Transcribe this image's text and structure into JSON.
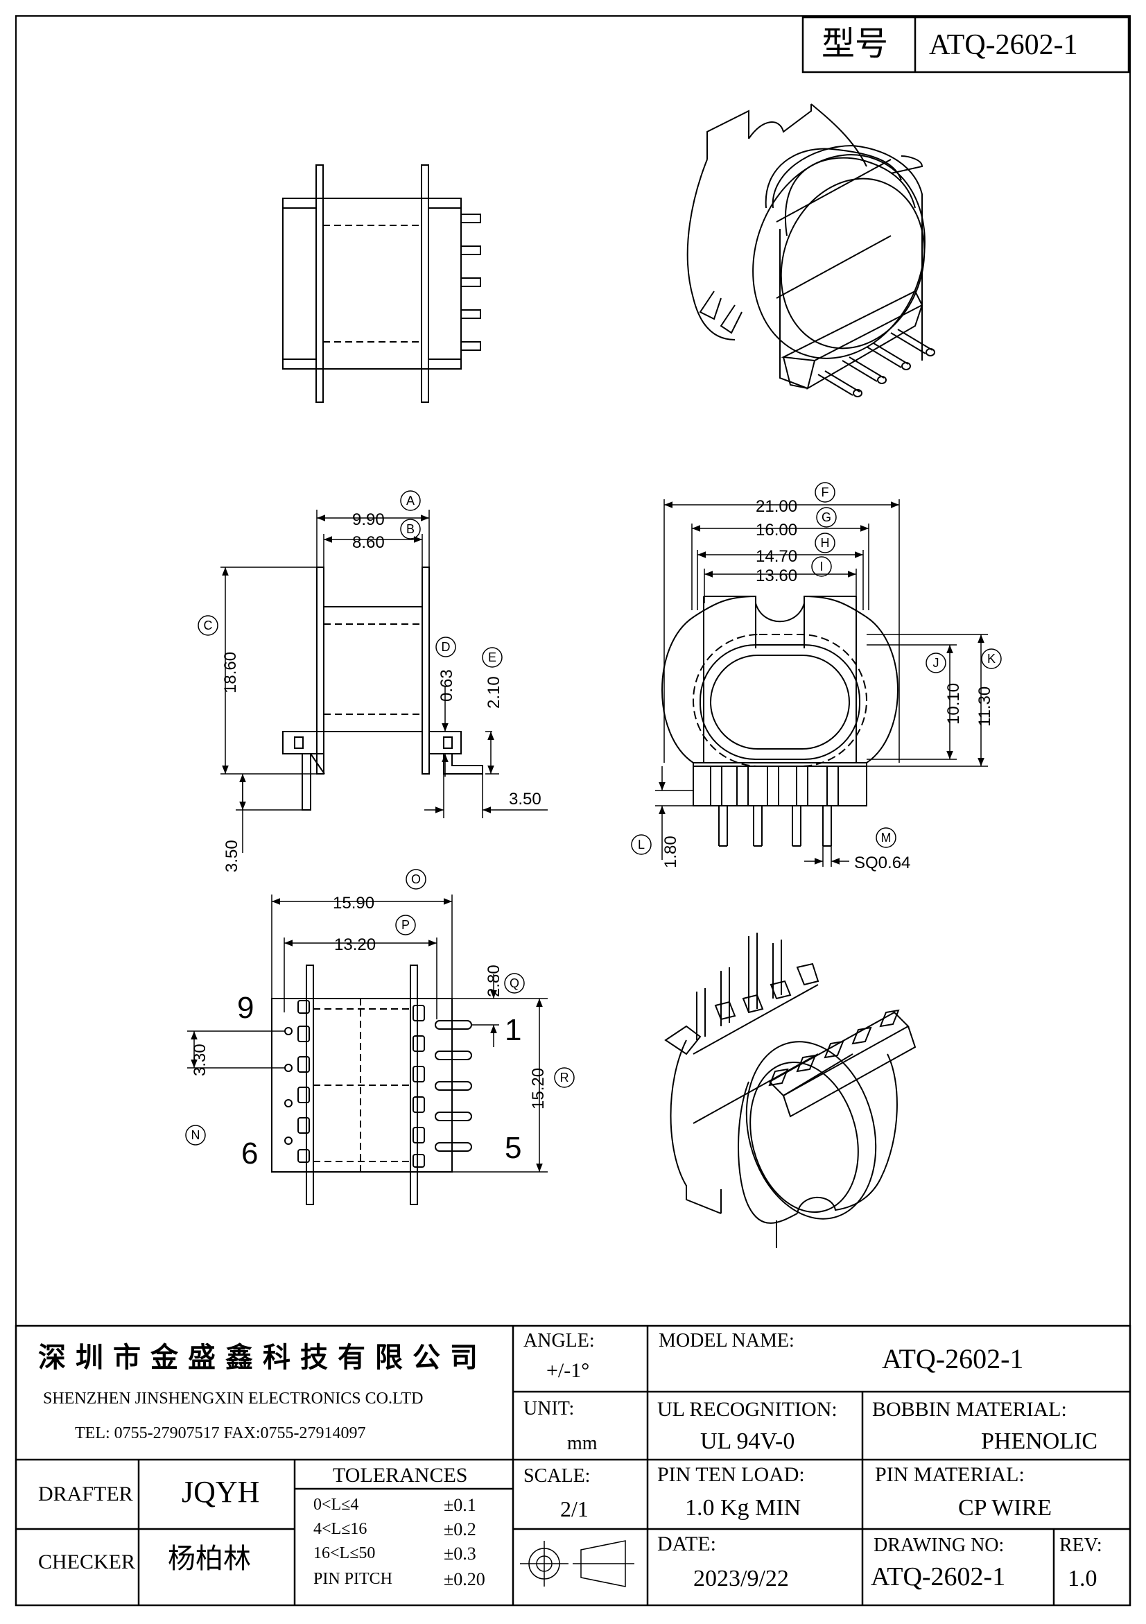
{
  "model_box": {
    "label": "型号",
    "value": "ATQ-2602-1"
  },
  "dims_side": {
    "A": {
      "tag": "A",
      "value": "9.90"
    },
    "B": {
      "tag": "B",
      "value": "8.60"
    },
    "C": {
      "tag": "C",
      "value": "18.60"
    },
    "D": {
      "tag": "D",
      "value": "0.63"
    },
    "E": {
      "tag": "E",
      "value": "2.10"
    },
    "pin_offset": "3.50",
    "pin_length": "3.50"
  },
  "dims_front": {
    "F": {
      "tag": "F",
      "value": "21.00"
    },
    "G": {
      "tag": "G",
      "value": "16.00"
    },
    "H": {
      "tag": "H",
      "value": "14.70"
    },
    "I": {
      "tag": "I",
      "value": "13.60"
    },
    "J": {
      "tag": "J",
      "value": "10.10"
    },
    "K": {
      "tag": "K",
      "value": "11.30"
    },
    "L": {
      "tag": "L",
      "value": "1.80"
    },
    "M": {
      "tag": "M",
      "value": "SQ0.64"
    }
  },
  "dims_bottom": {
    "O": {
      "tag": "O",
      "value": "15.90"
    },
    "P": {
      "tag": "P",
      "value": "13.20"
    },
    "Q": {
      "tag": "Q",
      "value": "2.80"
    },
    "R": {
      "tag": "R",
      "value": "15.20"
    },
    "N": {
      "tag": "N",
      "value": "3.30"
    },
    "pins": {
      "p9": "9",
      "p1": "1",
      "p6": "6",
      "p5": "5"
    }
  },
  "title_block": {
    "company_cn": "深圳市金盛鑫科技有限公司",
    "company_en": "SHENZHEN JINSHENGXIN ELECTRONICS CO.LTD",
    "contact": "TEL: 0755-27907517  FAX:0755-27914097",
    "angle_label": "ANGLE:",
    "angle_value": "+/-1°",
    "model_name_label": "MODEL NAME:",
    "model_name_value": "ATQ-2602-1",
    "unit_label": "UNIT:",
    "unit_value": "mm",
    "ul_label": "UL RECOGNITION:",
    "ul_value": "UL 94V-0",
    "bobbin_label": "BOBBIN MATERIAL:",
    "bobbin_value": "PHENOLIC",
    "drafter_label": "DRAFTER",
    "drafter_value": "JQYH",
    "checker_label": "CHECKER",
    "checker_value": "杨柏林",
    "tolerances_label": "TOLERANCES",
    "tolerances": [
      {
        "range": "0<L≤4",
        "tol": "±0.1"
      },
      {
        "range": "4<L≤16",
        "tol": "±0.2"
      },
      {
        "range": "16<L≤50",
        "tol": "±0.3"
      },
      {
        "range": "PIN PITCH",
        "tol": "±0.20"
      }
    ],
    "scale_label": "SCALE:",
    "scale_value": "2/1",
    "pin_load_label": "PIN TEN LOAD:",
    "pin_load_value": "1.0 Kg MIN",
    "pin_material_label": "PIN MATERIAL:",
    "pin_material_value": "CP WIRE",
    "date_label": "DATE:",
    "date_value": "2023/9/22",
    "drawing_no_label": "DRAWING NO:",
    "drawing_no_value": "ATQ-2602-1",
    "rev_label": "REV:",
    "rev_value": "1.0"
  }
}
